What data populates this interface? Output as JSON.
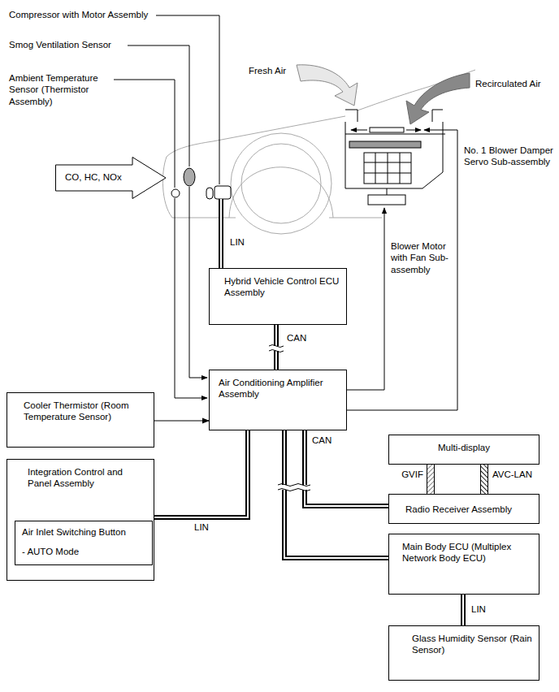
{
  "diagram": {
    "nodes": [
      {
        "text": [
          "CO, HC, NOx"
        ]
      },
      {
        "text": [
          "Hybrid Vehicle Control ECU Assembly"
        ]
      },
      {
        "text": [
          "Air Conditioning Amplifier Assembly"
        ]
      },
      {
        "text": [
          "Cooler Thermistor (Room Temperature Sensor)"
        ]
      },
      {
        "text": [
          "Integration Control and Panel Assembly"
        ]
      },
      {
        "text": [
          "Air Inlet Switching Button",
          "- AUTO Mode"
        ],
        "in": 4
      },
      {
        "text": [
          "Multi-display"
        ]
      },
      {
        "text": [
          "Radio Receiver Assembly"
        ]
      },
      {
        "text": [
          "Main Body ECU (Multiplex Network Body ECU)"
        ]
      },
      {
        "text": [
          "Glass Humidity Sensor (Rain Sensor)"
        ]
      }
    ],
    "edges": [
      {
        "from": 1,
        "to": 2,
        "arrow": "none",
        "label": "CAN"
      },
      {
        "from": 2,
        "to": 7,
        "arrow": "none",
        "label": "CAN"
      },
      {
        "from": 2,
        "to": 8,
        "arrow": "none"
      },
      {
        "from": 2,
        "to": 4,
        "arrow": "none",
        "label": "LIN"
      },
      {
        "from": 6,
        "to": 7,
        "arrow": "none",
        "label": "GVIF"
      },
      {
        "from": 6,
        "to": 7,
        "arrow": "none",
        "label": "AVC-LAN"
      },
      {
        "from": 8,
        "to": 9,
        "arrow": "none",
        "label": "LIN"
      },
      {
        "from": 3,
        "to": 2,
        "arrow": "to"
      }
    ],
    "labels": [
      "Compressor with Motor Assembly",
      "Smog Ventilation Sensor",
      "Ambient Temperature Sensor (Thermistor Assembly)",
      "Fresh Air",
      "Recirculated Air",
      "No. 1 Blower Damper Servo Sub-assembly",
      "Blower Motor with Fan Sub-assembly",
      "LIN"
    ]
  }
}
